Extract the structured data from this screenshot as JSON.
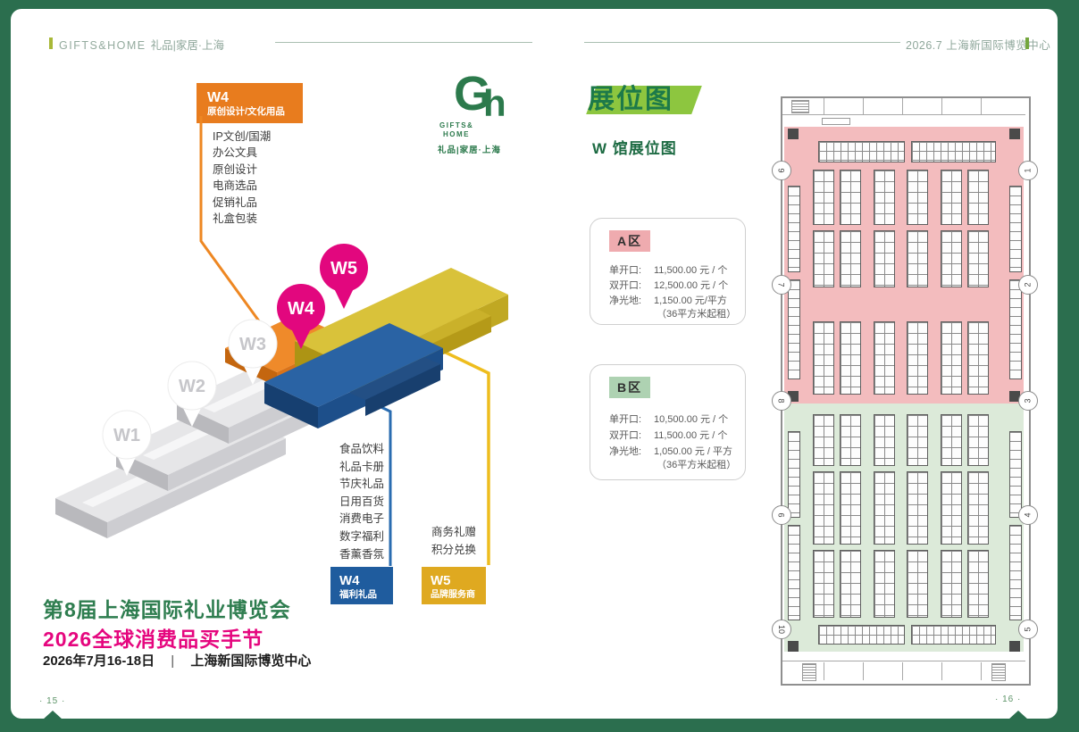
{
  "colors": {
    "frame_green": "#2b6e4e",
    "brand_green": "#2e7d4f",
    "accent_green": "#8dc63f",
    "magenta": "#e5067e",
    "orange": "#e87c1e",
    "blue": "#1f5c9e",
    "gold": "#dfa920",
    "zone_a_pink": "#f3bcbe",
    "zone_b_green": "#dcead9"
  },
  "left_page": {
    "header": {
      "brand": "GIFTS&HOME",
      "brand_cn": "礼品|家居·上海"
    },
    "w4_design_box": {
      "code": "W4",
      "name": "原创设计/文化用品"
    },
    "w4_design_items": [
      "IP文创/国潮",
      "办公文具",
      "原创设计",
      "电商选品",
      "促销礼品",
      "礼盒包装"
    ],
    "logo": {
      "monogram_g": "G",
      "monogram_h": "h",
      "caption1": "GIFTS&",
      "caption2": "HOME",
      "caption_cn": "礼品|家居·上海"
    },
    "hall_pins": {
      "w1": "W1",
      "w2": "W2",
      "w3": "W3",
      "w4": "W4",
      "w5": "W5"
    },
    "w4_welfare_items": [
      "食品饮料",
      "礼品卡册",
      "节庆礼品",
      "日用百货",
      "消费电子",
      "数字福利",
      "香薰香氛"
    ],
    "w5_brand_items": [
      "商务礼赠",
      "积分兑换"
    ],
    "w4_welfare_box": {
      "code": "W4",
      "name": "福利礼品"
    },
    "w5_brand_box": {
      "code": "W5",
      "name": "品牌服务商"
    },
    "title_line1": "第8届上海国际礼业博览会",
    "title_line2": "2026全球消费品买手节",
    "date": "2026年7月16-18日",
    "separator": "|",
    "venue": "上海新国际博览中心",
    "page_no": "· 15 ·"
  },
  "right_page": {
    "header": {
      "date_venue": "2026.7 上海新国际博览中心"
    },
    "section_title": "展位图",
    "subtitle": "W 馆展位图",
    "zone_a": {
      "label": "A区",
      "row1_k": "单开口:",
      "row1_v": "11,500.00 元 / 个",
      "row2_k": "双开口:",
      "row2_v": "12,500.00 元 / 个",
      "row3_k": "净光地:",
      "row3_v": "1,150.00 元/平方",
      "note": "（36平方米起租）"
    },
    "zone_b": {
      "label": "B区",
      "row1_k": "单开口:",
      "row1_v": "10,500.00 元 / 个",
      "row2_k": "双开口:",
      "row2_v": "11,500.00 元 / 个",
      "row3_k": "净光地:",
      "row3_v": "1,050.00 元 / 平方",
      "note": "（36平方米起租）"
    },
    "floorplan": {
      "gates_left": [
        "9",
        "7",
        "8",
        "6",
        "10"
      ],
      "gates_right": [
        "1",
        "2",
        "3",
        "4",
        "5"
      ]
    },
    "page_no": "· 16 ·"
  }
}
